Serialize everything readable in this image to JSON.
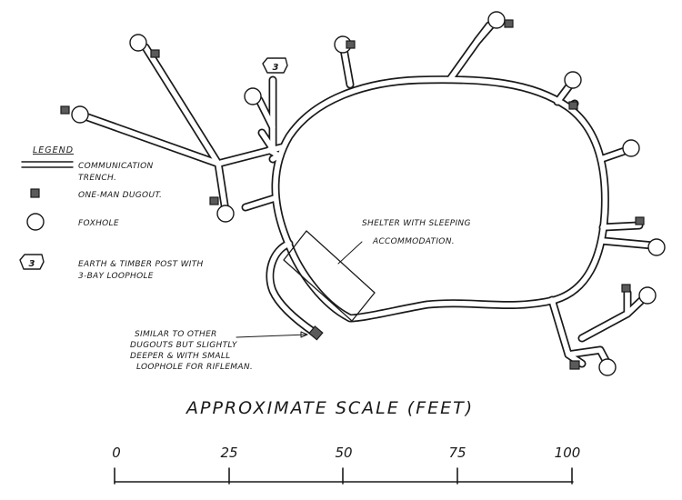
{
  "legend": {
    "title": "LEGEND",
    "communication_trench": [
      "COMMUNICATION",
      "TRENCH."
    ],
    "one_man_dugout": "ONE-MAN DUGOUT.",
    "foxhole": "FOXHOLE",
    "post_number": "3",
    "earth_timber_post": [
      "EARTH & TIMBER POST WITH",
      "3-BAY LOOPHOLE"
    ]
  },
  "map": {
    "post_label": "3",
    "shelter_label": [
      "SHELTER WITH SLEEPING",
      "ACCOMMODATION."
    ],
    "dugout_note": [
      "SIMILAR TO OTHER",
      "DUGOUTS BUT SLIGHTLY",
      "DEEPER & WITH SMALL",
      "LOOPHOLE FOR RIFLEMAN."
    ]
  },
  "scale": {
    "title": "APPROXIMATE SCALE (FEET)",
    "ticks": [
      "0",
      "25",
      "50",
      "75",
      "100"
    ]
  }
}
